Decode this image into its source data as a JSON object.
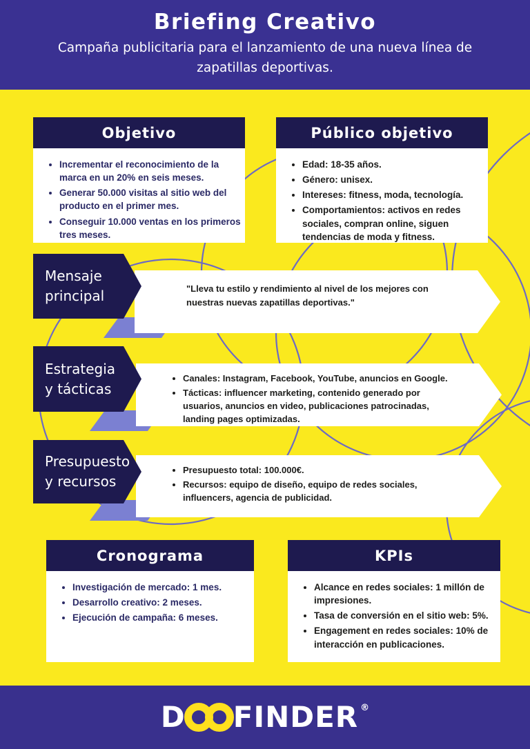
{
  "header": {
    "title": "Briefing Creativo",
    "subtitle": "Campaña publicitaria para el lanzamiento de una nueva línea de zapatillas deportivas."
  },
  "cards": {
    "objetivo": {
      "title": "Objetivo",
      "bullets": [
        "Incrementar el reconocimiento de la marca en un 20% en seis meses.",
        "Generar 50.000 visitas al sitio web del producto en el primer mes.",
        "Conseguir 10.000 ventas en los primeros tres meses."
      ]
    },
    "publico": {
      "title": "Público objetivo",
      "bullets": [
        "Edad: 18-35 años.",
        "Género: unisex.",
        "Intereses: fitness, moda, tecnología.",
        "Comportamientos: activos en redes sociales, compran online, siguen tendencias de moda y fitness."
      ]
    },
    "cronograma": {
      "title": "Cronograma",
      "bullets": [
        "Investigación de mercado: 1 mes.",
        "Desarrollo creativo: 2 meses.",
        "Ejecución de campaña: 6 meses."
      ]
    },
    "kpis": {
      "title": "KPIs",
      "bullets": [
        "Alcance en redes sociales: 1 millón de impresiones.",
        "Tasa de conversión en el sitio web: 5%.",
        "Engagement en redes sociales: 10% de interacción en publicaciones."
      ]
    }
  },
  "arrows": {
    "mensaje": {
      "label": "Mensaje principal",
      "quote": "\"Lleva tu estilo y rendimiento al nivel de los mejores con nuestras nuevas zapatillas deportivas.\""
    },
    "estrategia": {
      "label": "Estrategia y tácticas",
      "bullets": [
        "Canales: Instagram, Facebook, YouTube, anuncios en Google.",
        "Tácticas: influencer marketing, contenido generado por usuarios, anuncios en video, publicaciones patrocinadas, landing pages optimizadas."
      ]
    },
    "presupuesto": {
      "label": "Presupuesto y recursos",
      "bullets": [
        "Presupuesto total: 100.000€.",
        "Recursos: equipo de diseño, equipo de redes sociales, influencers, agencia de publicidad."
      ]
    }
  },
  "footer": {
    "logo_d": "D",
    "logo_rest": "FINDER",
    "registered": "®",
    "infinity_icon": "infinity-oo-icon"
  },
  "colors": {
    "background_yellow": "#FAE91E",
    "header_purple": "#3A3192",
    "footer_purple": "#39308D",
    "card_navy": "#1E1A4F",
    "fold_periwinkle": "#7B80D2",
    "arc_purple": "#6C6AC4",
    "navy_text": "#2B2A66",
    "dark_text": "#1D1D1B",
    "logo_yellow": "#FFE01E",
    "white": "#FFFFFF"
  }
}
